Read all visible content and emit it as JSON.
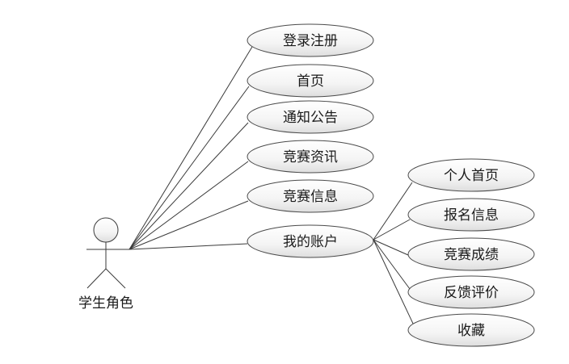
{
  "actor": {
    "label": "学生角色"
  },
  "use_cases": {
    "main": [
      {
        "label": "登录注册"
      },
      {
        "label": "首页"
      },
      {
        "label": "通知公告"
      },
      {
        "label": "竞赛资讯"
      },
      {
        "label": "竞赛信息"
      },
      {
        "label": "我的账户"
      }
    ],
    "account": [
      {
        "label": "个人首页"
      },
      {
        "label": "报名信息"
      },
      {
        "label": "竞赛成绩"
      },
      {
        "label": "反馈评价"
      },
      {
        "label": "收藏"
      }
    ]
  }
}
